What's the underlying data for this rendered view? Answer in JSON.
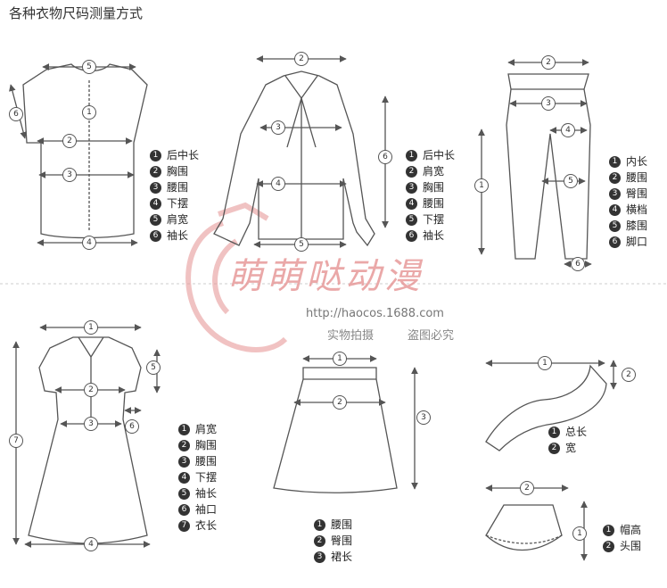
{
  "title": "各种衣物尺码测量方式",
  "legends": {
    "tshirt": [
      "后中长",
      "胸围",
      "腰围",
      "下摆",
      "肩宽",
      "袖长"
    ],
    "shirt": [
      "后中长",
      "肩宽",
      "胸围",
      "腰围",
      "下摆",
      "袖长"
    ],
    "pants": [
      "内长",
      "腰围",
      "臀围",
      "横档",
      "膝围",
      "脚口"
    ],
    "dress": [
      "肩宽",
      "胸围",
      "腰围",
      "下摆",
      "袖长",
      "袖口",
      "衣长"
    ],
    "skirt": [
      "腰围",
      "臀围",
      "裙长"
    ],
    "scarf": [
      "总长",
      "宽"
    ],
    "hat": [
      "帽高",
      "头围"
    ]
  },
  "watermark": {
    "brand": "萌萌哒动漫",
    "url": "http://haocos.1688.com",
    "real_photo": "实物拍摄",
    "no_copy": "盗图必究"
  },
  "colors": {
    "line": "#555555",
    "badge": "#333333",
    "watermark": "#e79a9a",
    "divider": "#cccccc"
  }
}
